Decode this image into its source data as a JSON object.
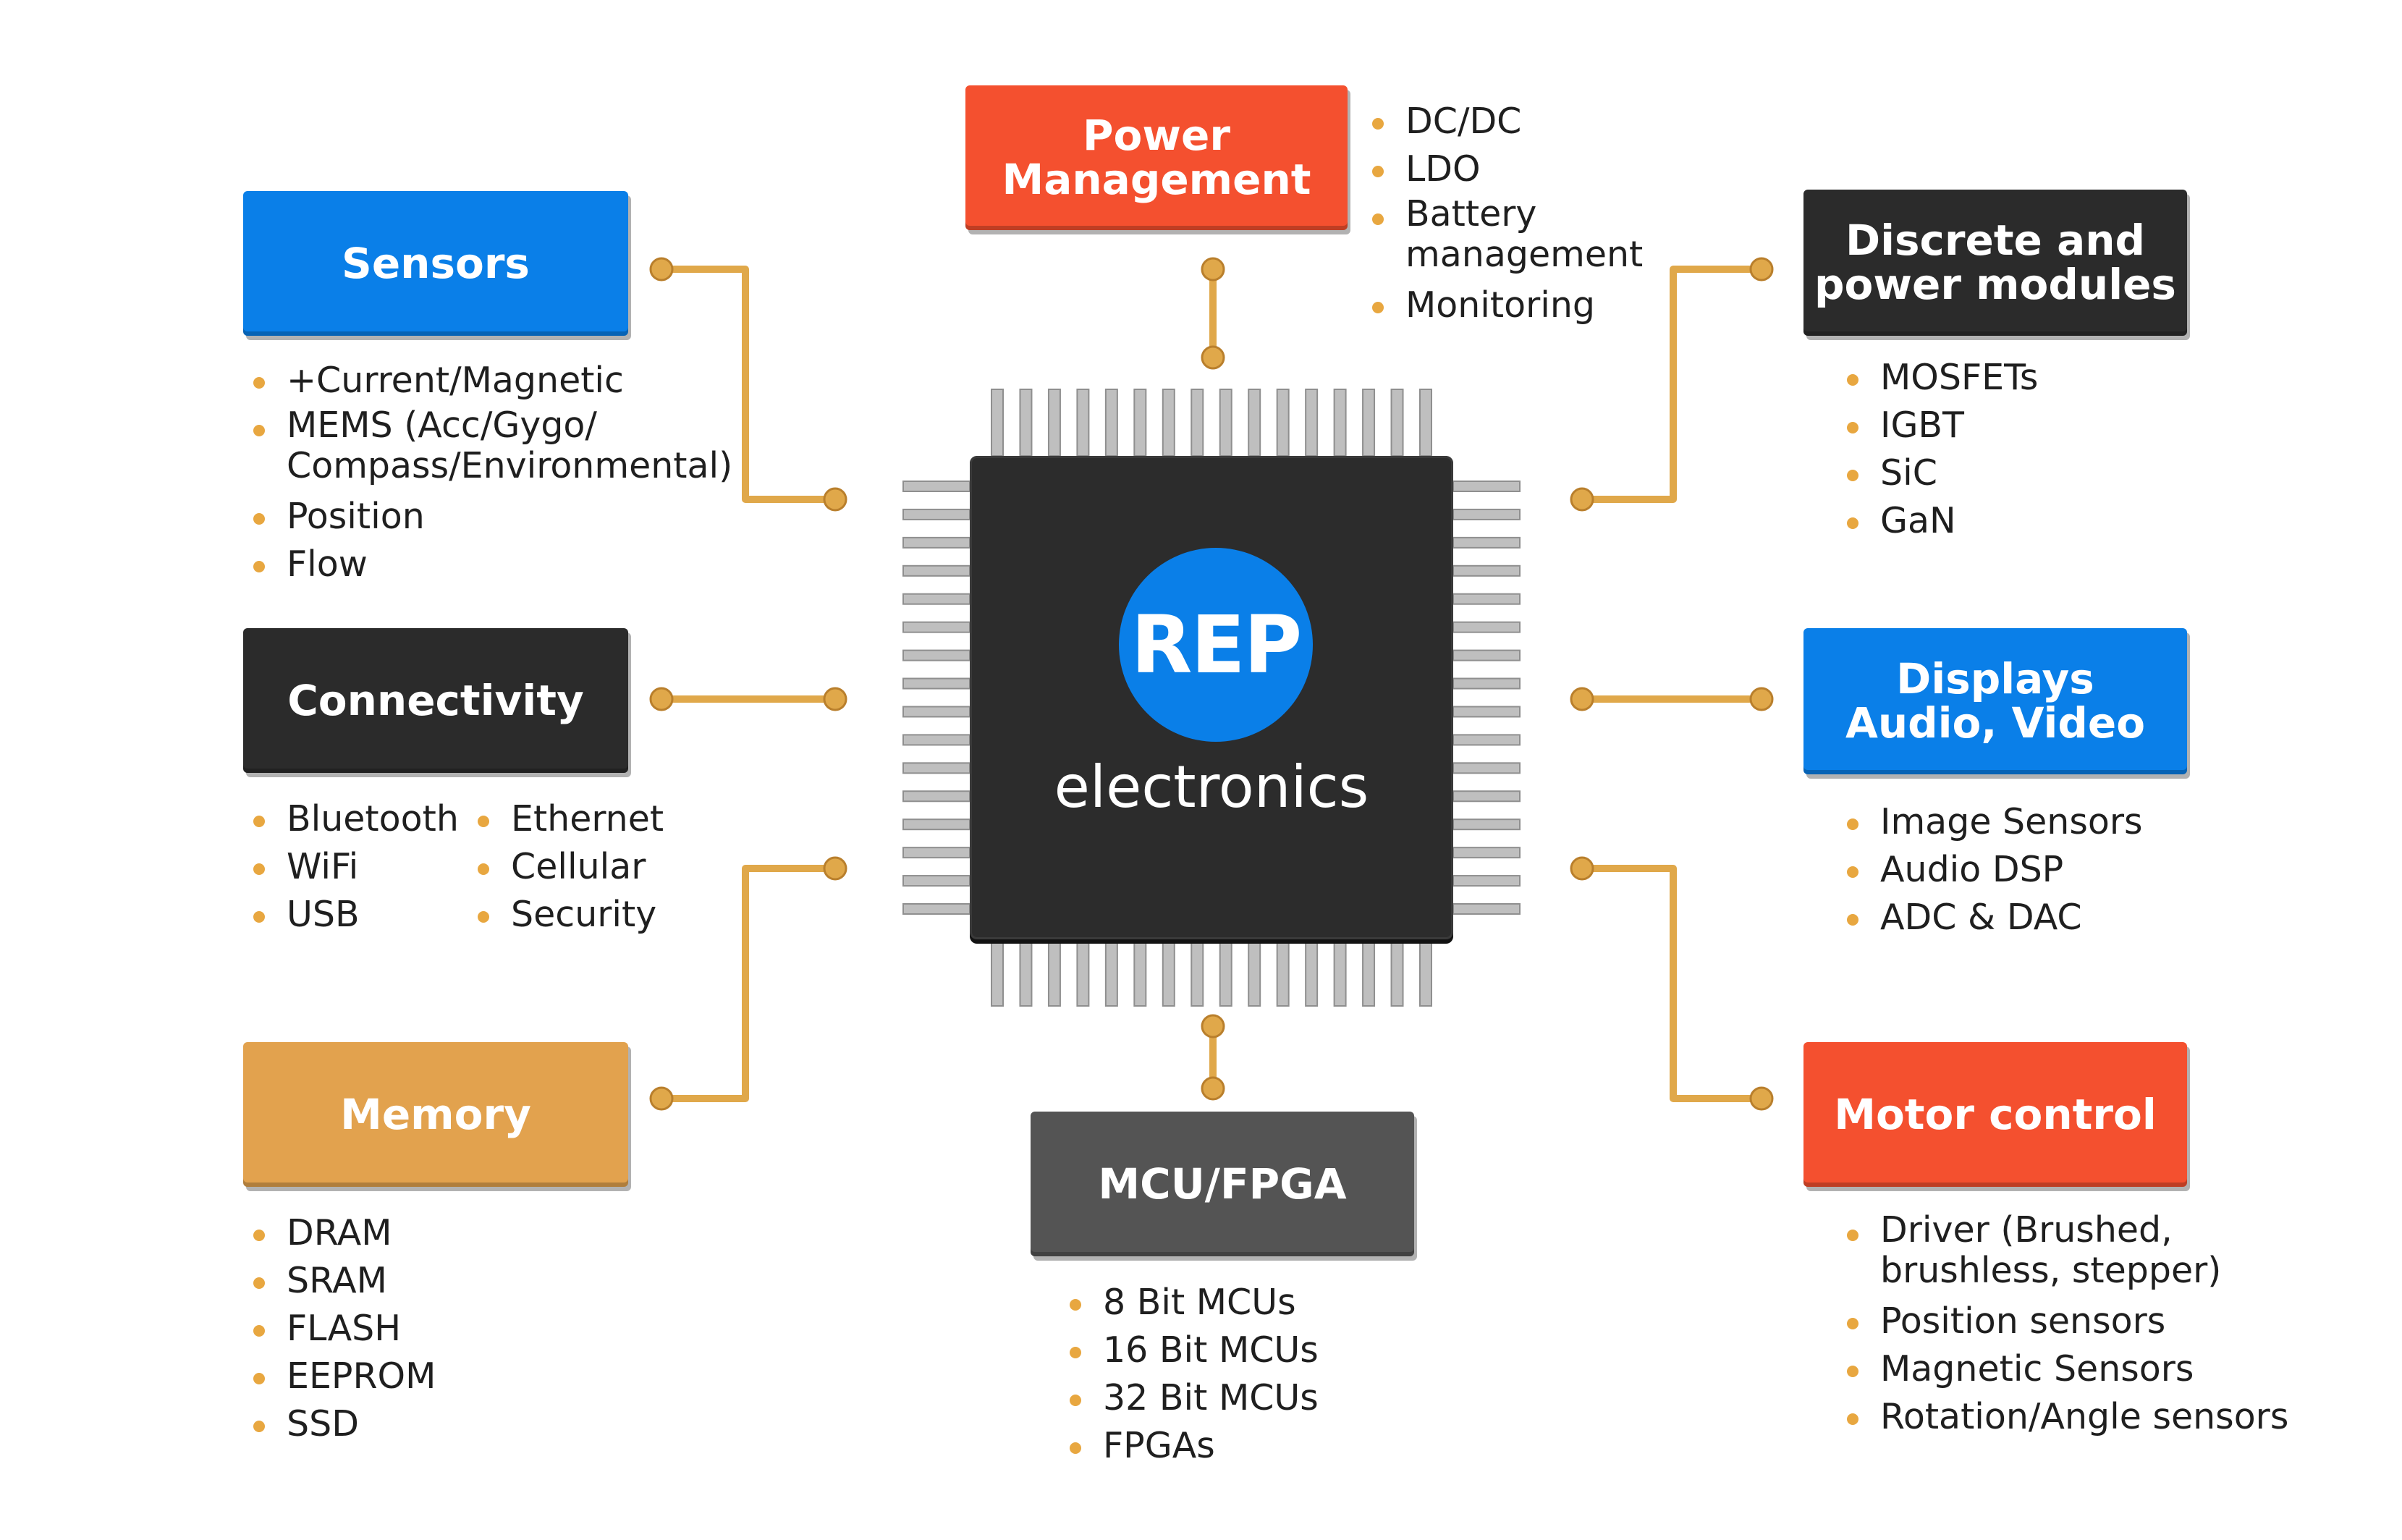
{
  "colors": {
    "red": "#f4502f",
    "blue": "#0a7fe8",
    "dark": "#2b2b2b",
    "gray": "#545454",
    "gold": "#e2a24e",
    "wire": "#e0a84a",
    "chip": "#2c2c2c",
    "pin": "#bfbfbf"
  },
  "center": {
    "logo_text": "REP",
    "logo_word": "electronics"
  },
  "categories": {
    "sensors": {
      "title": "Sensors",
      "items": [
        "+Current/Magnetic",
        "MEMS (Acc/Gygo/\nCompass/Environmental)",
        "Position",
        "Flow"
      ]
    },
    "connectivity": {
      "title": "Connectivity",
      "items_col1": [
        "Bluetooth",
        "WiFi",
        "USB"
      ],
      "items_col2": [
        "Ethernet",
        "Cellular",
        "Security"
      ]
    },
    "memory": {
      "title": "Memory",
      "items": [
        "DRAM",
        "SRAM",
        "FLASH",
        "EEPROM",
        "SSD"
      ]
    },
    "power": {
      "title": "Power\nManagement",
      "items": [
        "DC/DC",
        "LDO",
        "Battery\nmanagement",
        "Monitoring"
      ]
    },
    "mcu": {
      "title": "MCU/FPGA",
      "items": [
        "8 Bit MCUs",
        "16 Bit MCUs",
        "32 Bit MCUs",
        "FPGAs"
      ]
    },
    "discrete": {
      "title": "Discrete and\npower modules",
      "items": [
        "MOSFETs",
        "IGBT",
        "SiC",
        "GaN"
      ]
    },
    "displays": {
      "title": "Displays\nAudio, Video",
      "items": [
        "Image Sensors",
        "Audio DSP",
        "ADC & DAC"
      ]
    },
    "motor": {
      "title": "Motor control",
      "items": [
        "Driver (Brushed,\nbrushless, stepper)",
        "Position sensors",
        "Magnetic Sensors",
        "Rotation/Angle sensors"
      ]
    }
  }
}
